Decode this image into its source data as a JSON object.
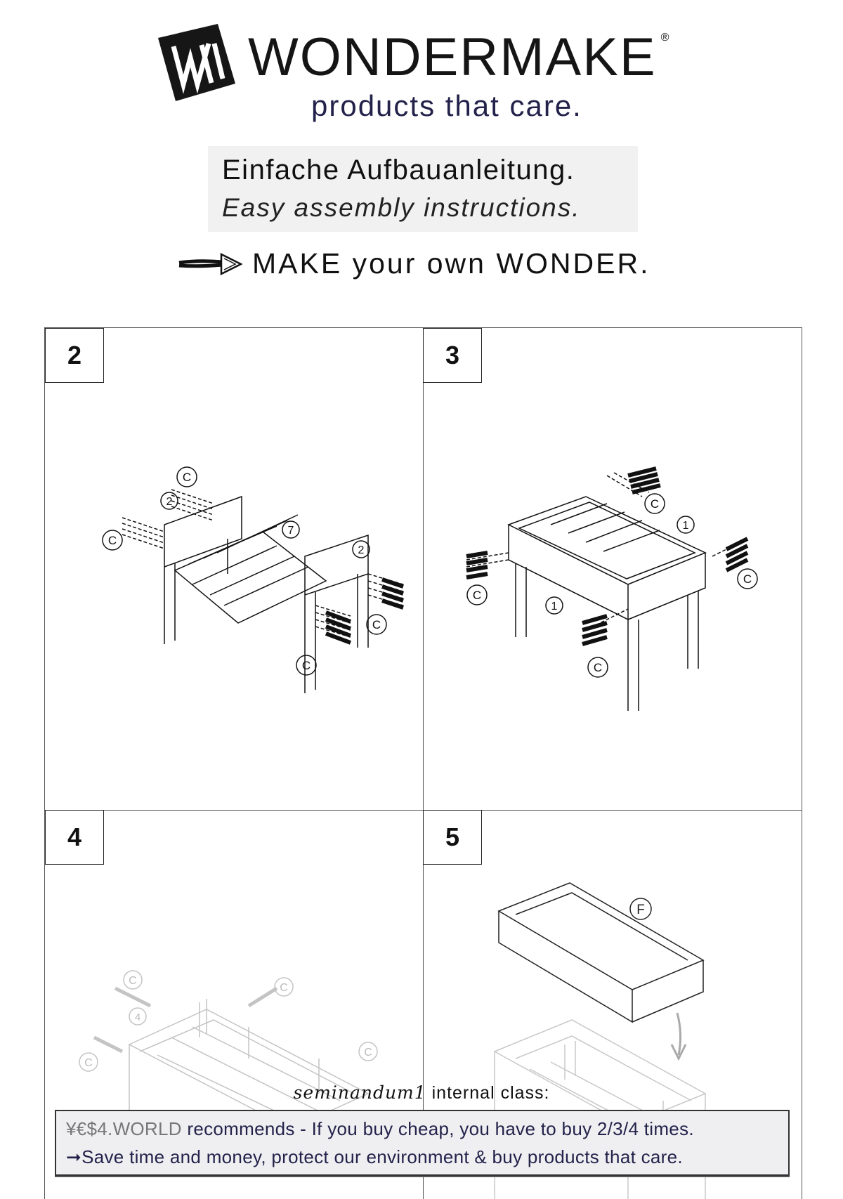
{
  "header": {
    "brand": "WONDERMAKE",
    "registered": "®",
    "logo_mark": "WM",
    "tagline": "products that care."
  },
  "title": {
    "german": "Einfache Aufbauanleitung.",
    "english": "Easy assembly instructions."
  },
  "motto": "MAKE your own WONDER.",
  "steps": [
    {
      "number": "2",
      "labels": [
        "C",
        "C",
        "C",
        "C",
        "2",
        "2",
        "7"
      ]
    },
    {
      "number": "3",
      "labels": [
        "C",
        "C",
        "C",
        "C",
        "1",
        "1"
      ]
    },
    {
      "number": "4",
      "labels": [
        "C",
        "C",
        "C",
        "C",
        "4"
      ]
    },
    {
      "number": "5",
      "labels": [
        "F"
      ]
    }
  ],
  "footer": {
    "class_name": "seminandum1",
    "class_suffix": "internal class:",
    "brand": "¥€$4.WORLD",
    "line1": "recommends - If you buy cheap, you have to buy 2/3/4 times.",
    "line2": "➞Save time and money, protect our environment & buy products that care."
  }
}
